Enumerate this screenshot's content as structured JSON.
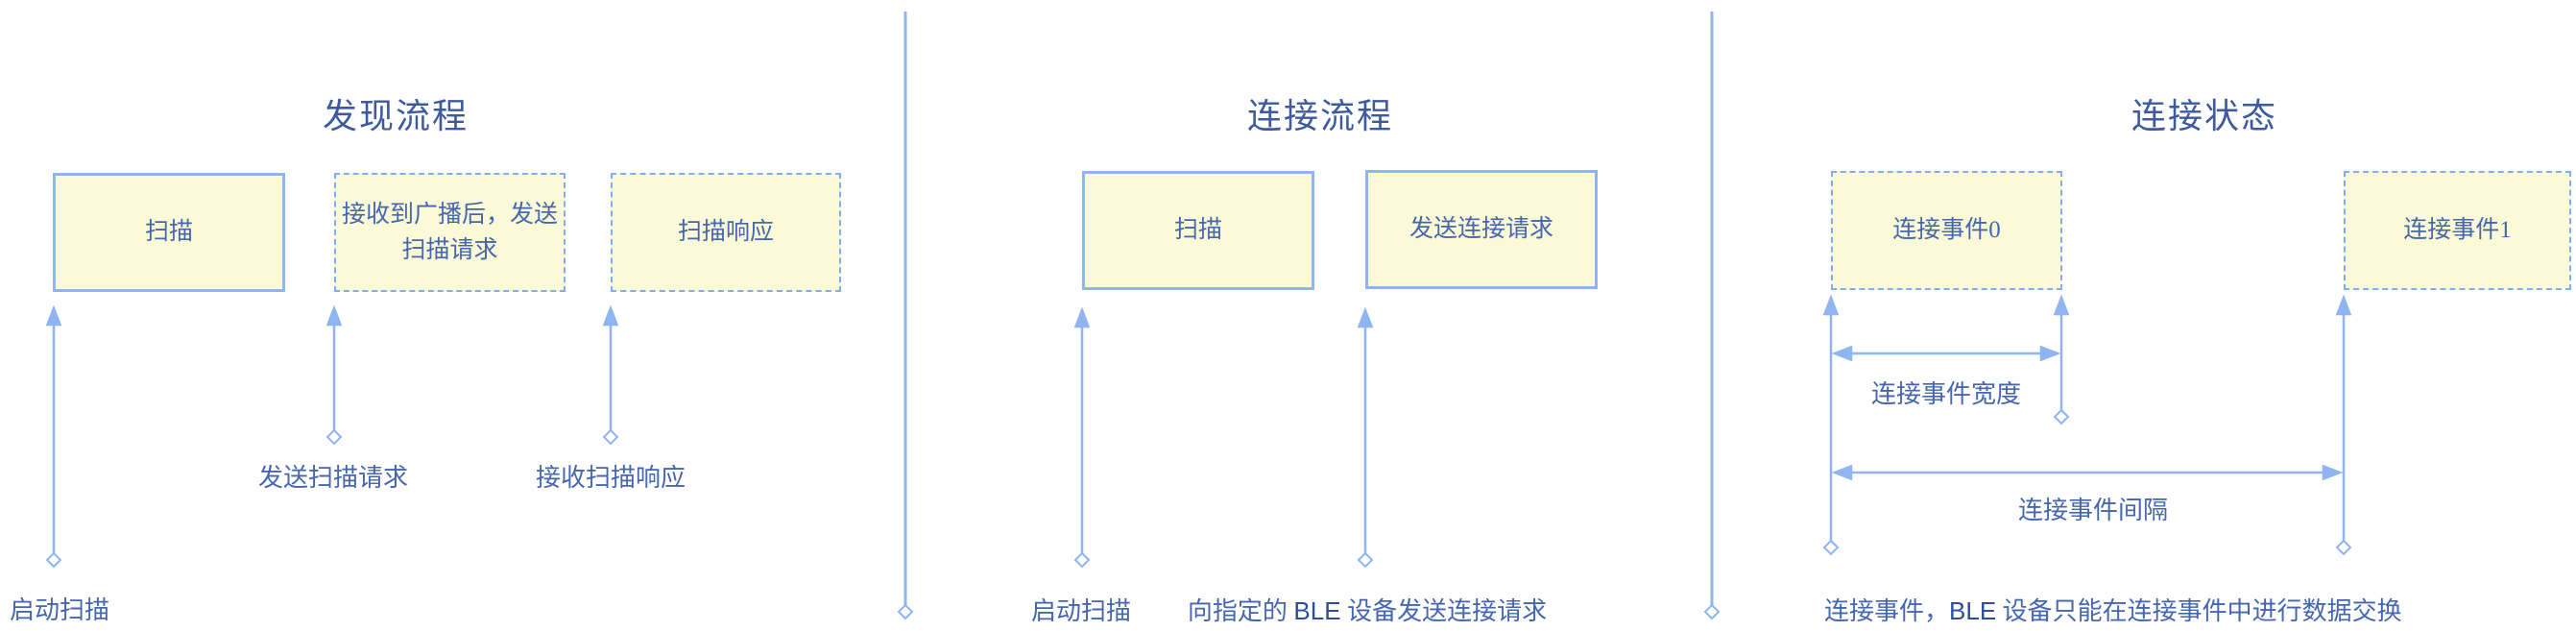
{
  "colors": {
    "line_blue": "#8fb5f1",
    "box_border_blue": "#8fb5f1",
    "box_fill_yellow": "#fafad8",
    "text_blue": "#4666ae",
    "title_blue": "#3e5a9e",
    "ble_text_blue": "#2d4da3"
  },
  "sections": [
    {
      "title": "发现流程",
      "boxes": [
        {
          "label": "扫描",
          "style": "solid"
        },
        {
          "label": "接收到广播后，发送扫描请求",
          "style": "dashed"
        },
        {
          "label": "扫描响应",
          "style": "dashed"
        }
      ],
      "annotations": [
        {
          "text": "启动扫描"
        },
        {
          "text": "发送扫描请求"
        },
        {
          "text": "接收扫描响应"
        }
      ]
    },
    {
      "title": "连接流程",
      "boxes": [
        {
          "label": "扫描",
          "style": "solid"
        },
        {
          "label": "发送连接请求",
          "style": "solid"
        }
      ],
      "annotations": [
        {
          "text": "启动扫描"
        },
        {
          "pre": "向指定的 ",
          "ble": "BLE",
          "post": " 设备发送连接请求"
        }
      ]
    },
    {
      "title": "连接状态",
      "boxes": [
        {
          "label": "连接事件0",
          "style": "dashed"
        },
        {
          "label": "连接事件1",
          "style": "dashed"
        }
      ],
      "measurements": [
        {
          "text": "连接事件宽度"
        },
        {
          "text": "连接事件间隔"
        }
      ],
      "note": {
        "pre": "连接事件，",
        "ble": "BLE",
        "post": " 设备只能在连接事件中进行数据交换"
      }
    }
  ]
}
